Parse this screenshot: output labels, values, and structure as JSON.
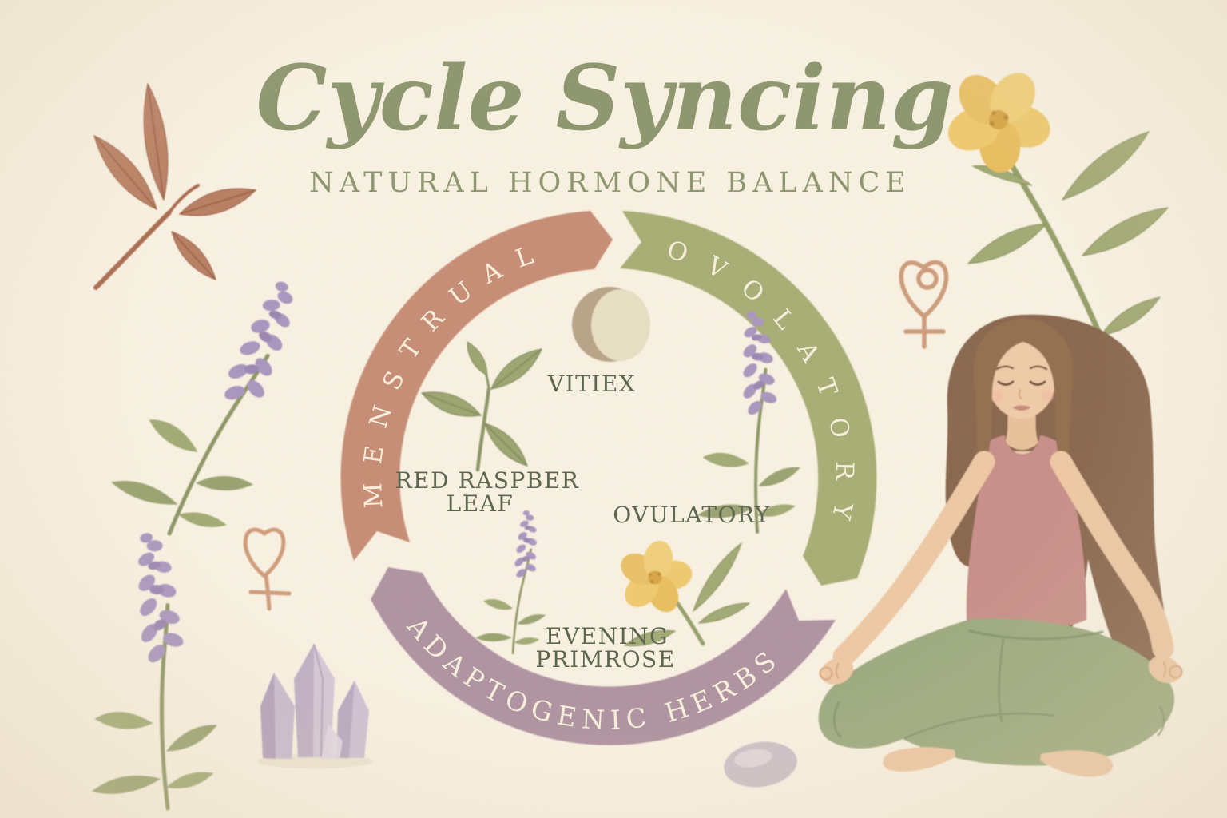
{
  "poster": {
    "title": "Cycle Syncing",
    "subtitle": "NATURAL HORMONE BALANCE"
  },
  "wheel": {
    "segments": [
      {
        "id": "menstrual",
        "label": "MENSTRUAL",
        "color": "#c78e76"
      },
      {
        "id": "ovulatory",
        "label": "OVOLATORY",
        "color": "#a8ae75"
      },
      {
        "id": "adaptogenic-herbs",
        "label": "ADAPTOGENIC HERBS",
        "color": "#b094a2"
      }
    ],
    "herbs": [
      {
        "id": "vitex",
        "icon": "moon-phase-icon",
        "label": "VITIEX"
      },
      {
        "id": "red-raspberry-leaf",
        "icon": "raspberry-leaf-icon",
        "label": "RED RASPBER LEAF",
        "line1": "RED RASPBER",
        "line2": "LEAF"
      },
      {
        "id": "ovulatory-herb",
        "icon": "lavender-sprig-icon",
        "label": "OVULATORY"
      },
      {
        "id": "evening-primrose",
        "icon": "primrose-flower-icon",
        "label": "EVENING PRIMROSE",
        "line1": "EVENING",
        "line2": "PRIMROSE"
      }
    ]
  },
  "decorations": [
    {
      "id": "raspberry-leaf-branch",
      "position": "top-left"
    },
    {
      "id": "lavender-sprig",
      "position": "middle-left"
    },
    {
      "id": "lavender-sprig",
      "position": "bottom-left"
    },
    {
      "id": "heart-venus-symbol",
      "position": "middle-left"
    },
    {
      "id": "amethyst-crystal",
      "position": "bottom-left"
    },
    {
      "id": "evening-primrose-flower",
      "position": "top-right"
    },
    {
      "id": "heart-venus-symbol",
      "position": "right"
    },
    {
      "id": "meditating-woman",
      "position": "right"
    },
    {
      "id": "pebble",
      "position": "bottom-center"
    }
  ],
  "palette": {
    "background": "#f9f2e3",
    "title_green": "#8d976f",
    "label_green": "#5a654f",
    "arc_rose": "#c78e76",
    "arc_green": "#a8ae75",
    "arc_mauve": "#b094a2",
    "arc_text_cream": "#f7f0dd",
    "leaf_green": "#9da572",
    "lavender_purple": "#ab97bf",
    "terracotta_leaf": "#b97f63",
    "primrose_yellow": "#efca70",
    "skin": "#eec9a6",
    "hair_brown": "#8a6750",
    "top_rose": "#c8908a",
    "pants_sage": "#9dab80",
    "crystal_lilac": "#cbbcd0",
    "heart_outline": "#d09d7c",
    "moon_dark": "#b9a488",
    "moon_light": "#e8dfc4",
    "pebble_gray": "#cfc1c8"
  }
}
